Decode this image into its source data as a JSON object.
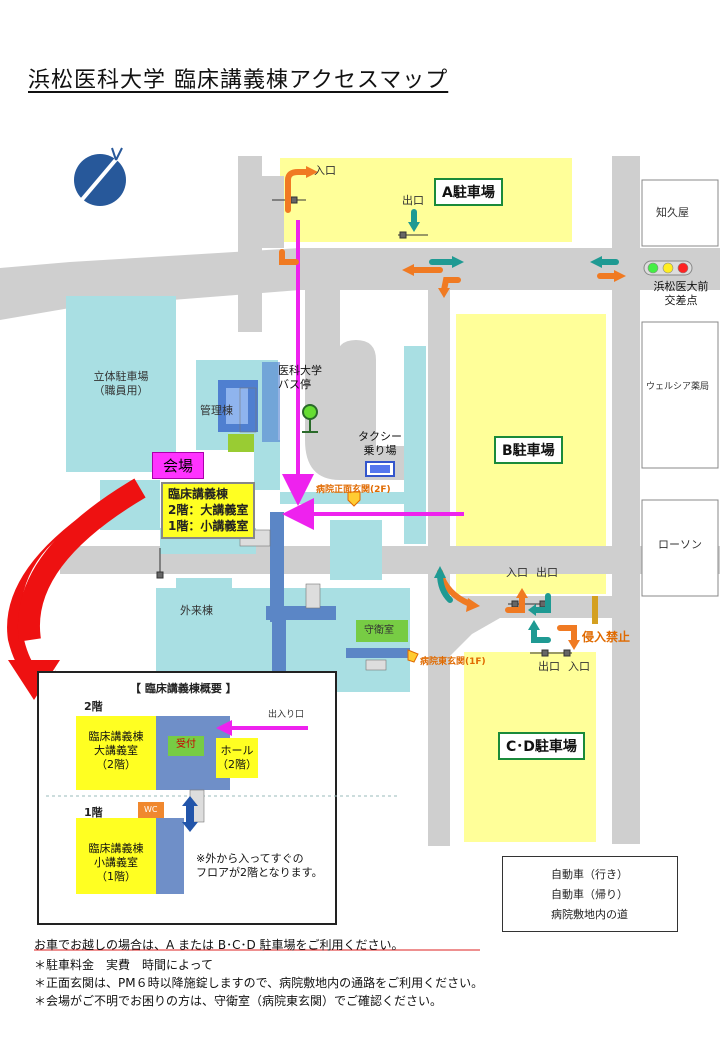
{
  "title": "浜松医科大学  臨床講義棟アクセスマップ",
  "colors": {
    "road": "#cfcfcf",
    "building": "#a9dfe3",
    "parking": "#ffff99",
    "car_go": "#f07a22",
    "car_return": "#1f9a93",
    "walk": "#ee22ee",
    "parking_border": "#1a8a3a"
  },
  "map": {
    "parking_a": "A駐車場",
    "parking_b": "B駐車場",
    "parking_cd": "C･D駐車場",
    "entrance": "入口",
    "exit": "出口",
    "entrance_exit": "出入り口",
    "chikuya": "知久屋",
    "intersection": "浜松医大前\n交差点",
    "welcia": "ウェルシア薬局",
    "lawson": "ローソン",
    "multistory_parking": "立体駐車場\n（職員用）",
    "admin_building": "管理棟",
    "bus_stop": "医科大学\nバス停",
    "taxi": "タクシー\n乗り場",
    "main_entrance": "病院正面玄関(2F)",
    "east_entrance": "病院東玄関(1F)",
    "venue": "会場",
    "lecture_building": "臨床講義棟",
    "floor2": "2階：大講義室",
    "floor1": "1階：小講義室",
    "outpatient": "外来棟",
    "guard_room": "守衛室",
    "no_entry": "侵入禁止"
  },
  "overview": {
    "title": "【  臨床講義棟概要  】",
    "floor2_label": "2階",
    "floor1_label": "1階",
    "big_hall": "臨床講義棟\n大講義室\n（2階）",
    "reception": "受付",
    "hall": "ホール\n（2階）",
    "entrance_exit": "出入り口",
    "wc": "WC",
    "small_hall": "臨床講義棟\n小講義室\n（1階）",
    "note": "※外から入ってすぐの\nフロアが2階となります。"
  },
  "legend": [
    {
      "label": "自動車（行き）",
      "color": "#f07a22"
    },
    {
      "label": "自動車（帰り）",
      "color": "#1f9a93"
    },
    {
      "label": "病院敷地内の道",
      "color": "#ee22ee"
    }
  ],
  "notes": {
    "main": "お車でお越しの場合は、A または B･C･D 駐車場をご利用ください。",
    "fee": "＊駐車料金　実費　時間によって",
    "entrance": "＊正面玄関は、PM６時以降施錠しますので、病院敷地内の通路をご利用ください。",
    "guard": "＊会場がご不明でお困りの方は、守衛室（病院東玄関）でご確認ください。"
  }
}
